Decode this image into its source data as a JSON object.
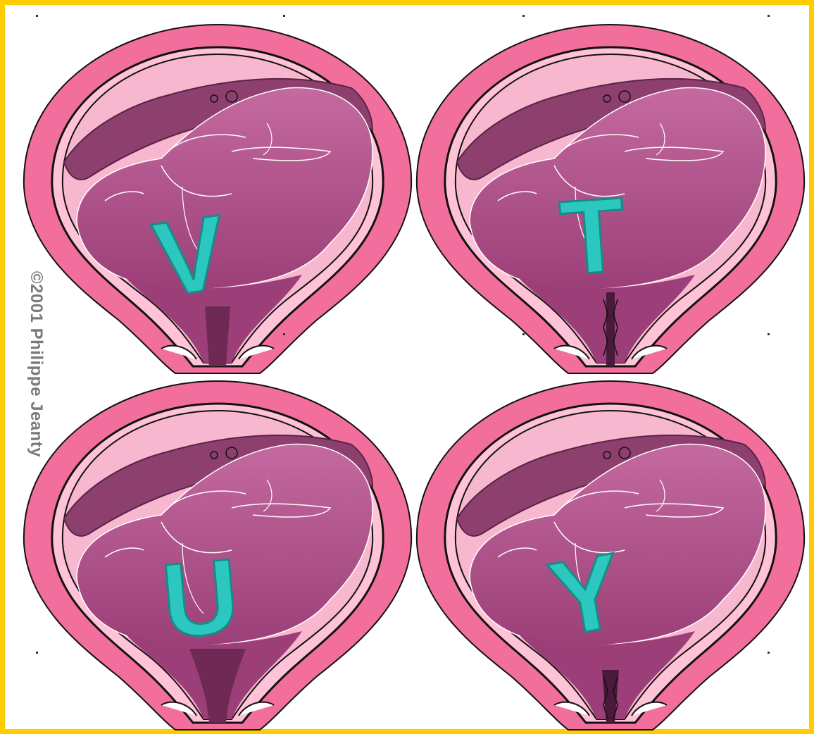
{
  "copyright": "©2001 Philippe Jeanty",
  "panels": [
    {
      "letter": "V",
      "cervix": "open"
    },
    {
      "letter": "T",
      "cervix": "closed"
    },
    {
      "letter": "U",
      "cervix": "open"
    },
    {
      "letter": "Y",
      "cervix": "closed"
    }
  ],
  "colors": {
    "border": "#ffcc00",
    "uterine_wall": "#f26f9d",
    "amniotic_fluid": "#f7b8cf",
    "fetus": "#b85d94",
    "placenta": "#8d3f6e",
    "letter": "#2cc8c0"
  }
}
